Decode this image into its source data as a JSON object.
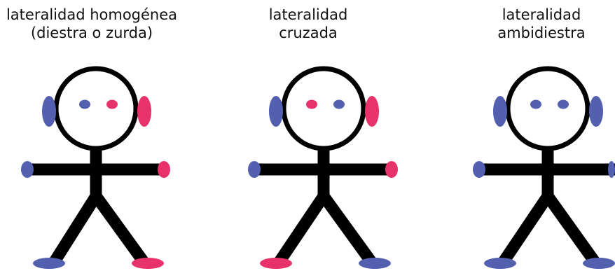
{
  "figures": [
    {
      "id": "homogenea",
      "title_line1": "lateralidad homogénea",
      "title_line2": "(diestra o zurda)"
    },
    {
      "id": "cruzada",
      "title_line1": "lateralidad",
      "title_line2": "cruzada"
    },
    {
      "id": "ambidiestra",
      "title_line1": "lateralidad",
      "title_line2": "ambidiestra"
    }
  ],
  "colors": {
    "left_side_blue": "#5360b0",
    "right_side_pink": "#e8326c",
    "line": "#000000",
    "background": "#ffffff"
  }
}
